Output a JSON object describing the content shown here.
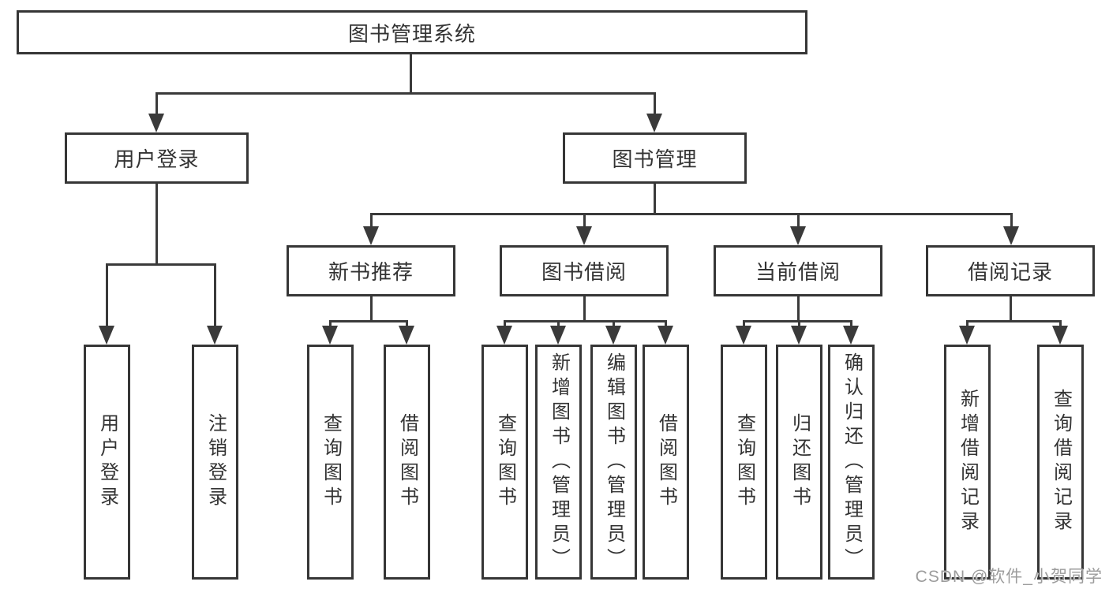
{
  "diagram": {
    "title": "图书管理系统",
    "watermark": "CSDN @软件_小贺同学",
    "level2": [
      {
        "label": "用户登录"
      },
      {
        "label": "图书管理"
      }
    ],
    "level3": [
      {
        "label": "新书推荐"
      },
      {
        "label": "图书借阅"
      },
      {
        "label": "当前借阅"
      },
      {
        "label": "借阅记录"
      }
    ],
    "leaves": [
      {
        "label": "用户登录"
      },
      {
        "label": "注销登录"
      },
      {
        "label": "查询图书"
      },
      {
        "label": "借阅图书"
      },
      {
        "label": "查询图书"
      },
      {
        "label": "新增图书（管理员）"
      },
      {
        "label": "编辑图书（管理员）"
      },
      {
        "label": "借阅图书"
      },
      {
        "label": "查询图书"
      },
      {
        "label": "归还图书"
      },
      {
        "label": "确认归还（管理员）"
      },
      {
        "label": "新增借阅记录"
      },
      {
        "label": "查询借阅记录"
      }
    ],
    "colors": {
      "line": "#3a3a3a",
      "box_border": "#363636",
      "text": "#333333",
      "watermark": "#9c9c9c",
      "background": "#ffffff"
    }
  }
}
